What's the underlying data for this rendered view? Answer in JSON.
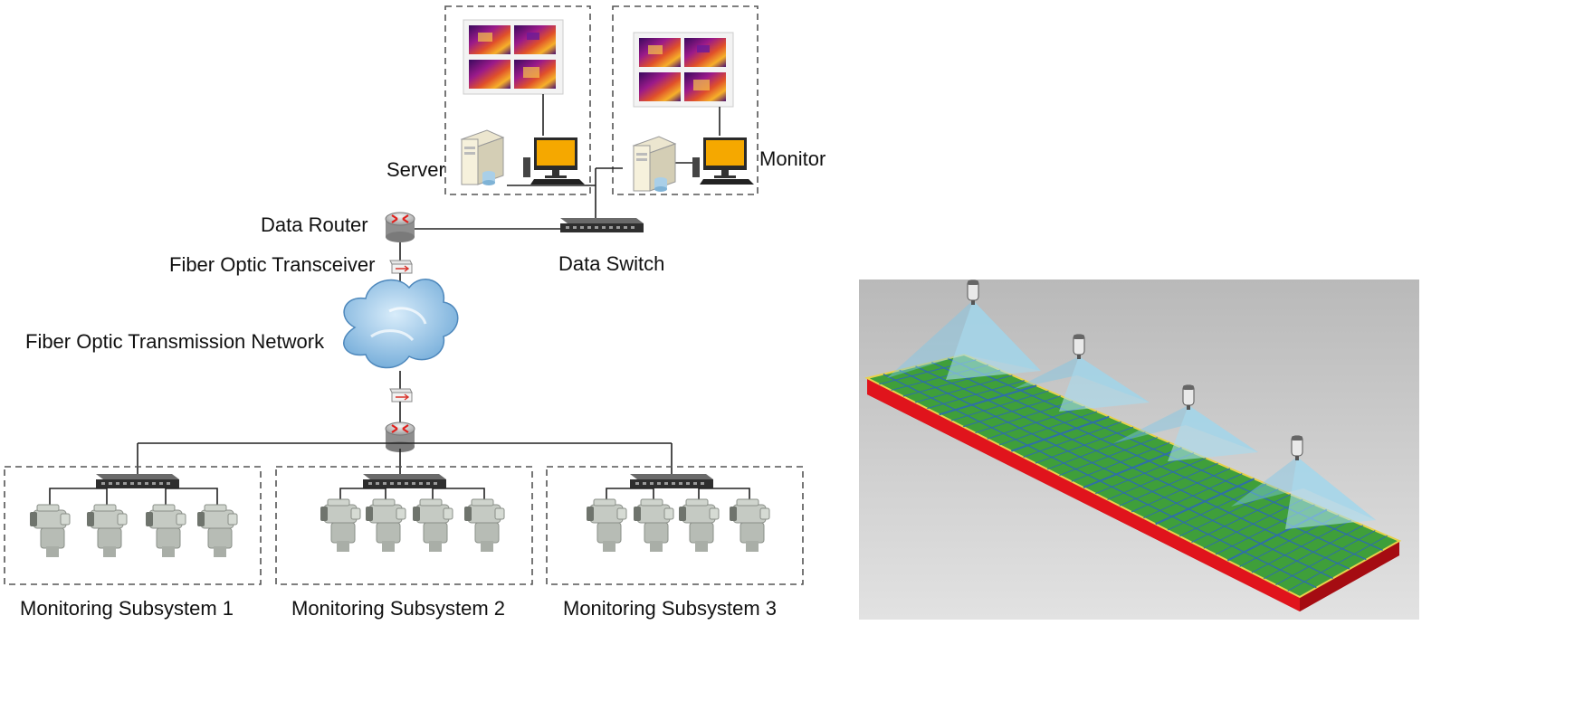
{
  "labels": {
    "server": "Server",
    "monitor": "Monitor",
    "data_router": "Data Router",
    "data_switch": "Data Switch",
    "fiber_optic_transceiver": "Fiber Optic Transceiver",
    "fiber_optic_transmission_network": "Fiber Optic Transmission Network"
  },
  "subsystems": [
    {
      "label": "Monitoring Subsystem 1"
    },
    {
      "label": "Monitoring Subsystem 2"
    },
    {
      "label": "Monitoring Subsystem 3"
    }
  ],
  "colors": {
    "cloud": "#9cc8ea",
    "monitor_screen": "#f5a800",
    "platform_side": "#e0141c",
    "platform_grid": "#5bbf45",
    "coverage": "#7ec8e8",
    "render_bg": "#cfcfcf"
  }
}
